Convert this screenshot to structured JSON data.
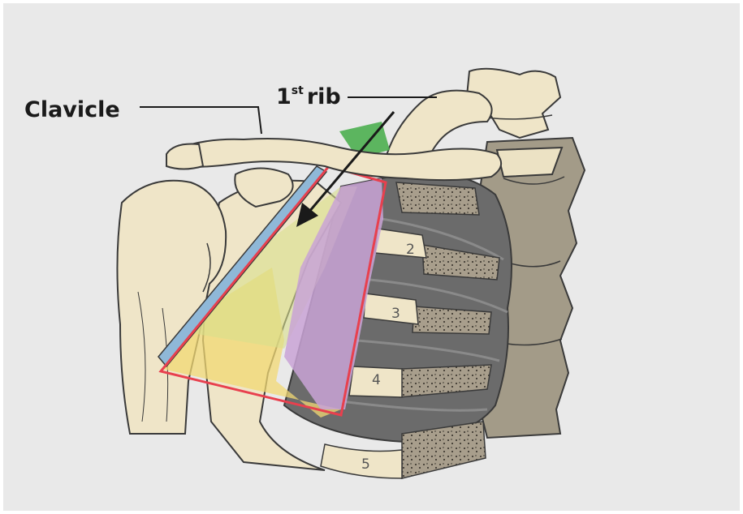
{
  "labels": {
    "clavicle": "Clavicle",
    "first_rib_num": "1",
    "first_rib_sup": "st",
    "first_rib_word": "rib"
  },
  "rib_numbers": [
    "2",
    "3",
    "4",
    "5"
  ],
  "colors": {
    "background": "#e9e9e9",
    "bone": "#efe5c8",
    "outline": "#3a3a3a",
    "rib_dark": "#6b6b6b",
    "cartilage": "#a89e8c",
    "spine": "#a39b88",
    "triangle_border": "#e8404e",
    "clavicle_band": "#8fb8d8",
    "coracoid_green": "#4caf50",
    "yellow_region": "#f2d873",
    "purple_region": "#c9a3d6",
    "green_region": "#d8e08c"
  },
  "icons": [
    "arrow-icon"
  ]
}
